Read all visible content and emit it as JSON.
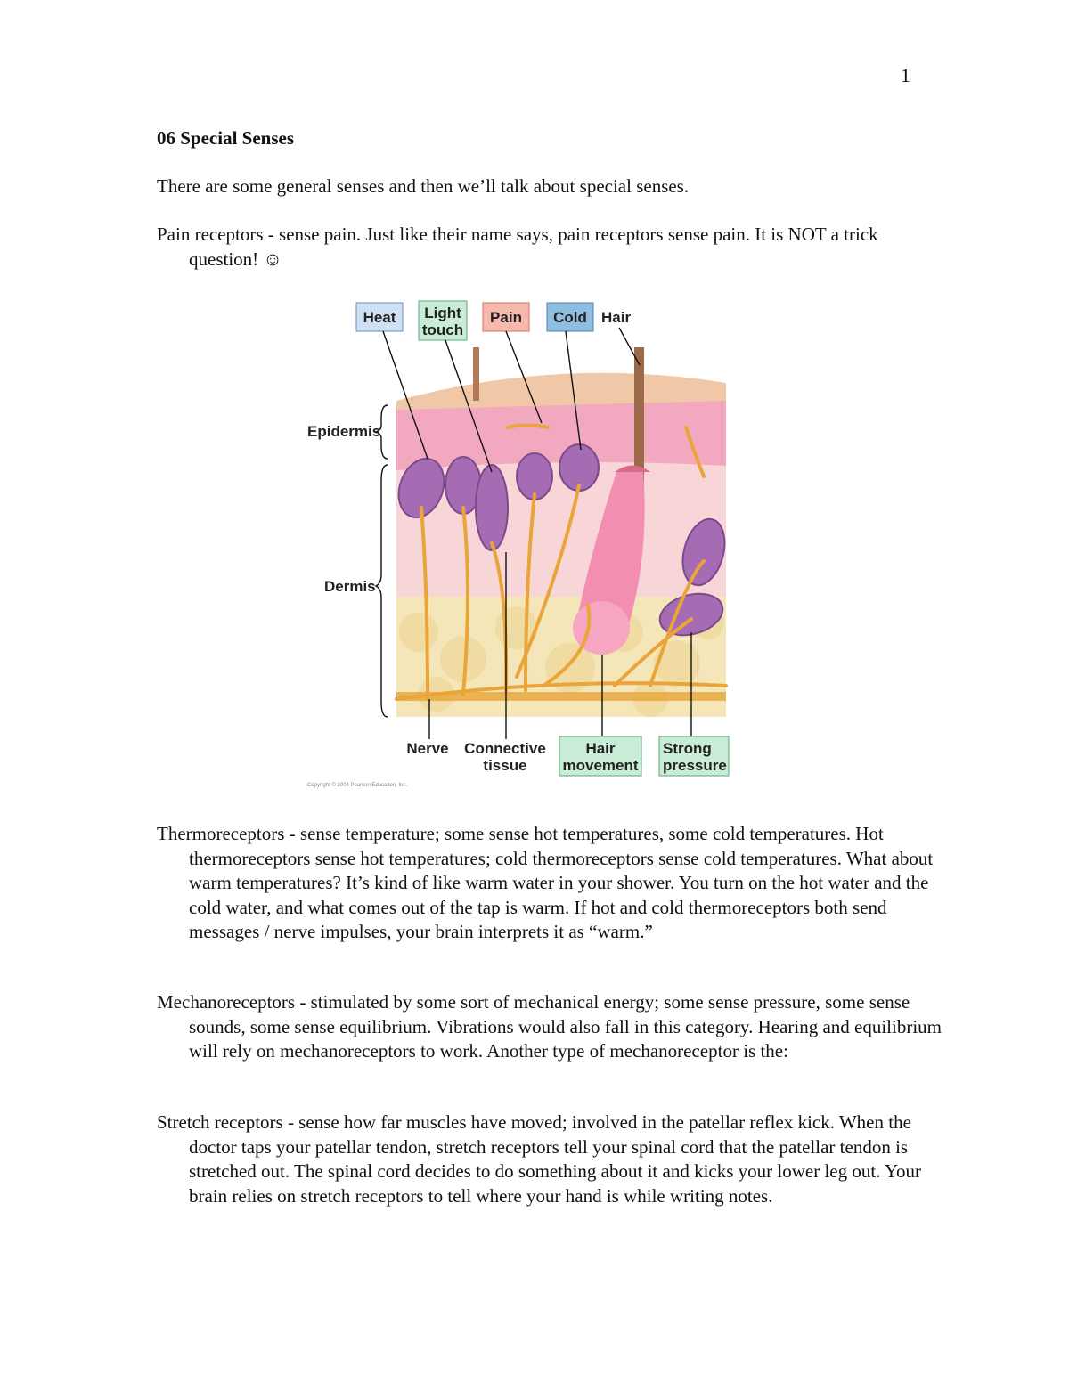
{
  "page_number": "1",
  "title": "06 Special Senses",
  "paragraphs": {
    "intro": "There are some general senses and then we’ll talk about special senses.",
    "pain": "Pain receptors - sense pain.  Just like their name says, pain receptors sense pain.  It is NOT a trick question! ☺",
    "thermo": "Thermoreceptors - sense temperature; some sense hot temperatures, some cold temperatures.  Hot thermoreceptors sense hot temperatures; cold thermoreceptors sense cold temperatures.  What about warm temperatures?  It’s kind of like warm water in your shower.  You turn on the hot water and the cold water, and what comes out of the tap is warm.  If hot and cold thermoreceptors both send messages / nerve impulses, your brain interprets it as “warm.”",
    "mech": "Mechanoreceptors - stimulated by some sort of mechanical energy; some sense pressure, some sense sounds, some sense equilibrium.  Vibrations would also fall in this category.  Hearing and equilibrium will rely on mechanoreceptors to work.  Another type of mechanoreceptor is the:",
    "stretch": "Stretch receptors - sense how far muscles have moved; involved in the patellar reflex kick.  When the doctor taps your patellar tendon, stretch receptors tell your spinal cord that the patellar tendon is stretched out.  The spinal cord decides to do something about it and kicks your lower leg out.  Your brain relies on stretch receptors to tell where your hand is while writing notes."
  },
  "figure": {
    "labels": {
      "heat": "Heat",
      "light_touch_1": "Light",
      "light_touch_2": "touch",
      "pain": "Pain",
      "cold": "Cold",
      "hair": "Hair",
      "epidermis": "Epidermis",
      "dermis": "Dermis",
      "nerve": "Nerve",
      "connective_1": "Connective",
      "connective_2": "tissue",
      "hair_movement_1": "Hair",
      "hair_movement_2": "movement",
      "strong_pressure_1": "Strong",
      "strong_pressure_2": "pressure"
    },
    "copyright": "Copyright © 2004 Pearson Education, Inc.",
    "colors": {
      "heat_box": "#cfe0f5",
      "light_touch_box": "#c9ecd6",
      "pain_box": "#f6b9ab",
      "cold_box": "#8fbfe0",
      "bottom_box": "#c9ecd6",
      "epidermis": "#f2a9bf",
      "dermis": "#f8d6d8",
      "fat": "#f4e6b8",
      "nerve": "#e9a53a",
      "receptor": "#a56bb3"
    }
  }
}
